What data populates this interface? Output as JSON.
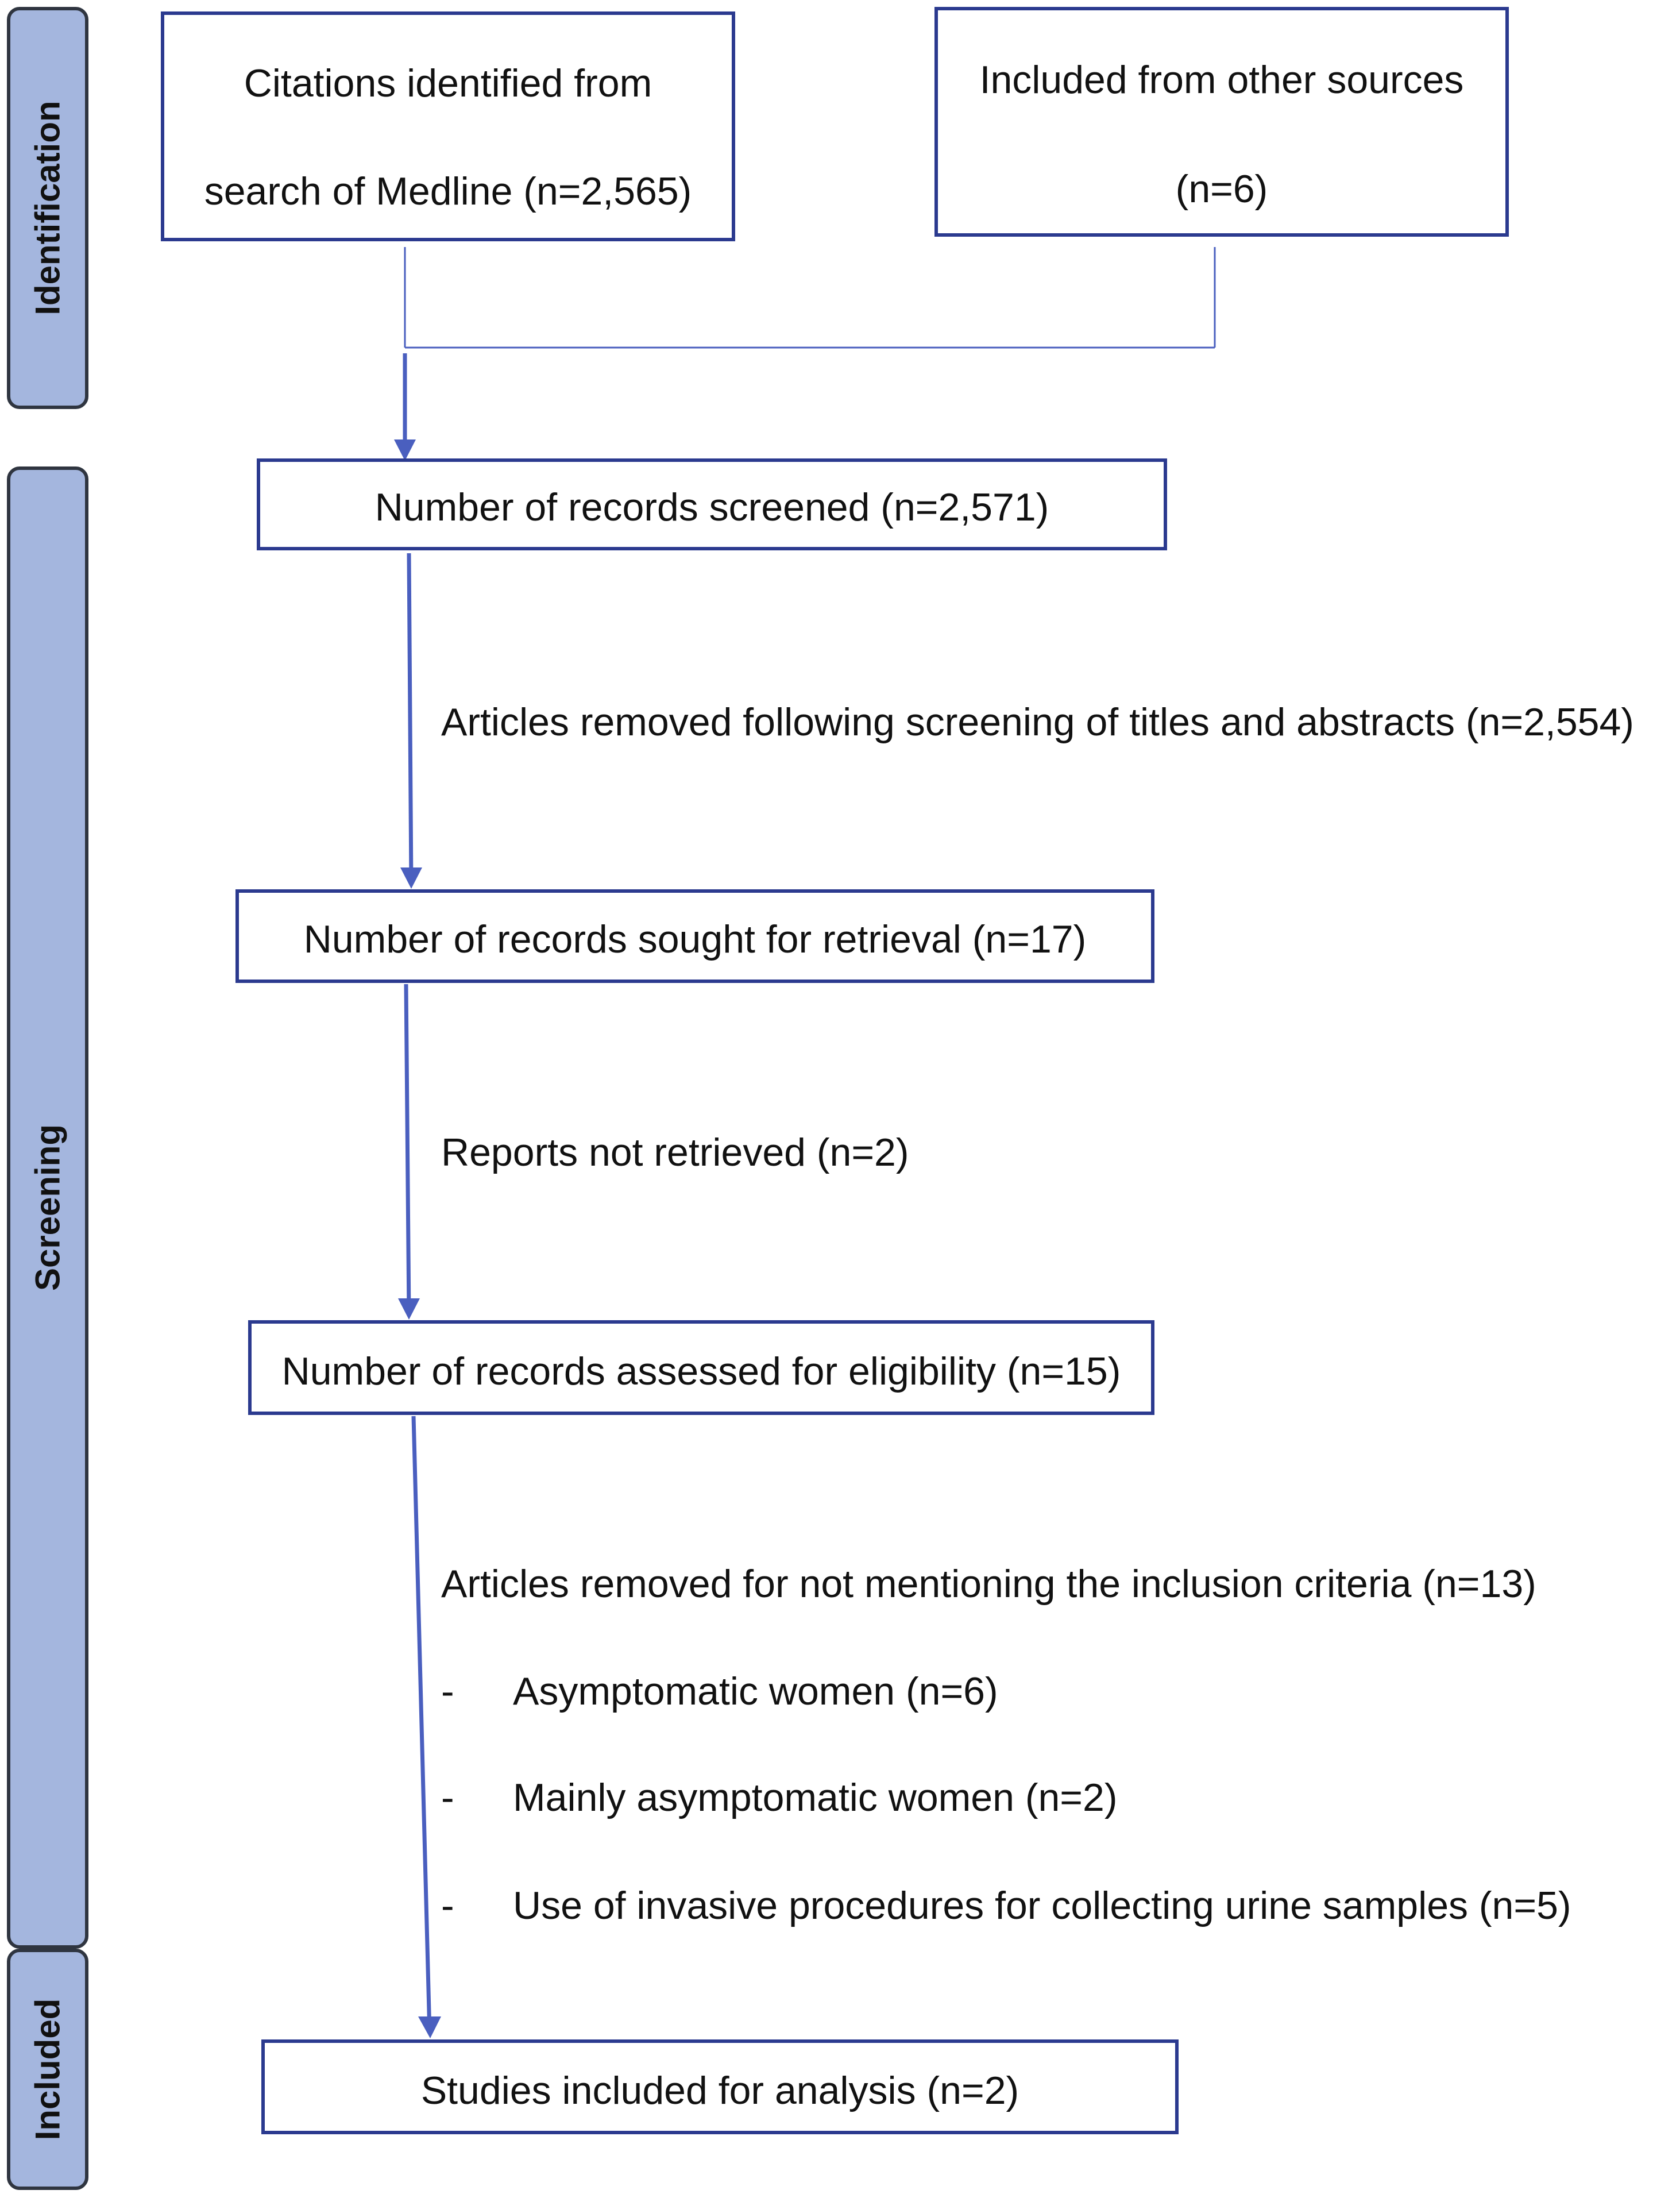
{
  "phases": {
    "identification": "Identification",
    "screening": "Screening",
    "included": "Included"
  },
  "boxes": {
    "medline": {
      "line1": "Citations identified from",
      "line2": "search of Medline (n=2,565)"
    },
    "other_sources": {
      "line1": "Included from other sources",
      "line2": "(n=6)"
    },
    "screened": "Number of records screened (n=2,571)",
    "sought": "Number of records sought for retrieval (n=17)",
    "assessed": "Number of records assessed for eligibility (n=15)",
    "included": "Studies included for analysis (n=2)"
  },
  "notes": {
    "removed_screening": "Articles removed following screening of titles and abstracts (n=2,554)",
    "not_retrieved": "Reports not retrieved (n=2)",
    "removed_criteria": "Articles removed for not mentioning the inclusion criteria (n=13)",
    "bullet_marker": "-",
    "criteria_items": [
      "Asymptomatic women (n=6)",
      "Mainly asymptomatic women (n=2)",
      "Use of invasive procedures for collecting urine samples (n=5)"
    ]
  },
  "colors": {
    "box_border": "#2b3a8f",
    "arrow": "#4a5fbf",
    "phase_fill": "#a4b6de",
    "phase_border": "#2f3540"
  }
}
